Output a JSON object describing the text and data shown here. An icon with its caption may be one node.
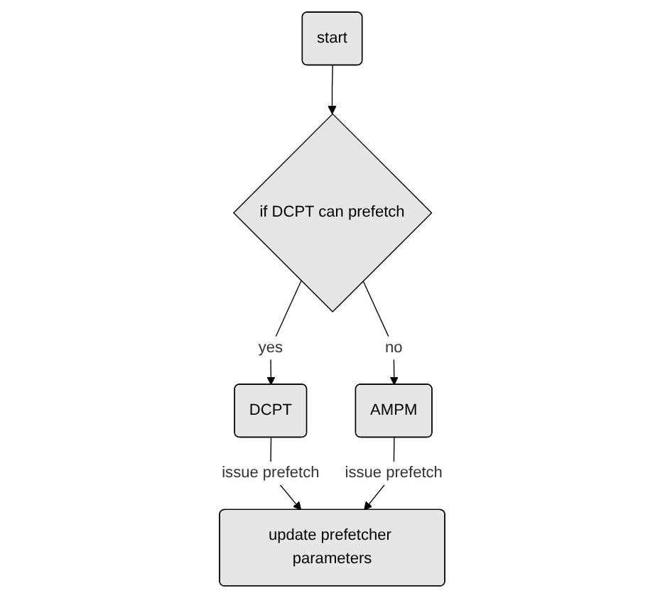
{
  "diagram": {
    "nodes": [
      {
        "text": [
          "start"
        ]
      },
      {
        "text": [
          "if DCPT can prefetch"
        ]
      },
      {
        "text": [
          "DCPT"
        ]
      },
      {
        "text": [
          "AMPM"
        ]
      },
      {
        "text": [
          "update prefetcher parameters"
        ]
      }
    ],
    "edges": [
      {
        "from": 0,
        "to": 1,
        "arrow": "to"
      },
      {
        "from": 1,
        "to": 2,
        "arrow": "to",
        "label": "yes"
      },
      {
        "from": 1,
        "to": 3,
        "arrow": "to",
        "label": "no"
      },
      {
        "from": 2,
        "to": 4,
        "arrow": "to",
        "label": "issue prefetch"
      },
      {
        "from": 3,
        "to": 4,
        "arrow": "to",
        "label": "issue prefetch"
      }
    ]
  }
}
